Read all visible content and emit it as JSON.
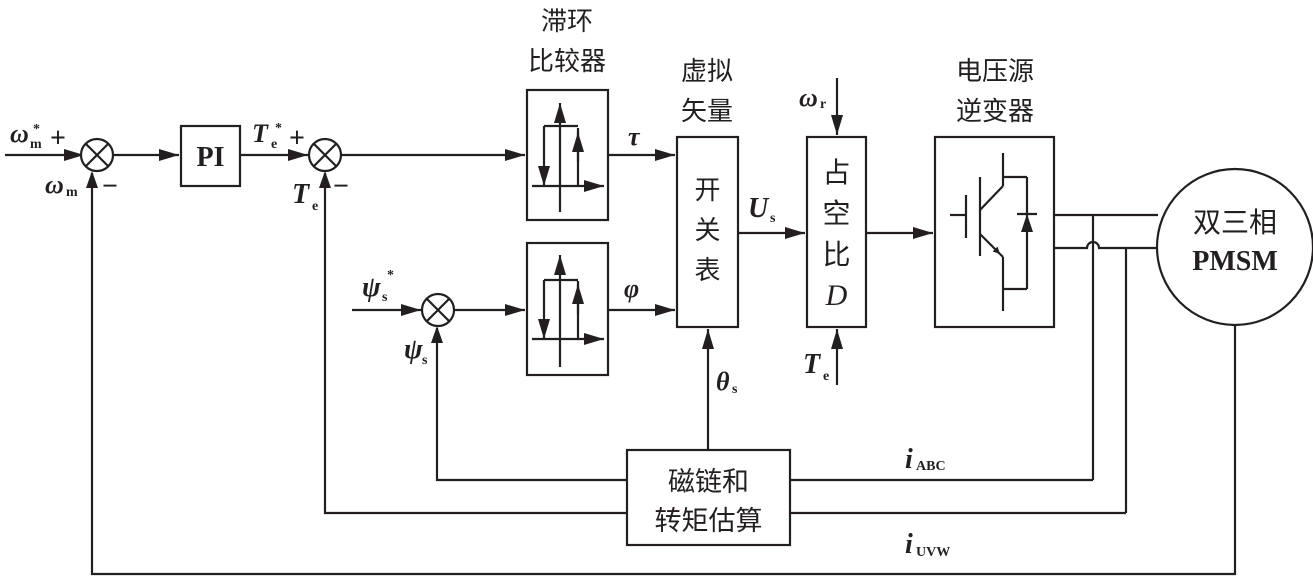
{
  "diagram": {
    "title": "",
    "blocks": {
      "pi": {
        "label": "PI"
      },
      "hysteresis_comparator": {
        "title_line1": "滞环",
        "title_line2": "比较器"
      },
      "switch_table": {
        "title_line1": "虚拟",
        "title_line2": "矢量",
        "body": [
          "开",
          "关",
          "表"
        ]
      },
      "duty_cycle": {
        "body": [
          "占",
          "空",
          "比"
        ],
        "var": "D"
      },
      "inverter": {
        "title_line1": "电压源",
        "title_line2": "逆变器"
      },
      "motor": {
        "line1": "双三相",
        "line2": "PMSM"
      },
      "estimator": {
        "line1": "磁链和",
        "line2": "转矩估算"
      }
    },
    "signals": {
      "omega_ref": {
        "sym": "ω",
        "sub": "m",
        "sup": "*"
      },
      "omega_fb": {
        "sym": "ω",
        "sub": "m"
      },
      "torque_ref": {
        "sym": "T",
        "sub": "e",
        "sup": "*"
      },
      "torque_fb": {
        "sym": "T",
        "sub": "e"
      },
      "flux_ref": {
        "sym": "ψ",
        "sub": "s",
        "sup": "*"
      },
      "flux_fb": {
        "sym": "ψ",
        "sub": "s"
      },
      "tau": {
        "sym": "τ"
      },
      "phi": {
        "sym": "φ"
      },
      "us": {
        "sym": "U",
        "sub": "s"
      },
      "omega_r": {
        "sym": "ω",
        "sub": "r"
      },
      "te_duty": {
        "sym": "T",
        "sub": "e"
      },
      "theta": {
        "sym": "θ",
        "sub": "s"
      },
      "i_abc": {
        "sym": "i",
        "sub": "ABC"
      },
      "i_uvw": {
        "sym": "i",
        "sub": "UVW"
      }
    },
    "signs": {
      "plus": "+",
      "minus": "−"
    }
  }
}
